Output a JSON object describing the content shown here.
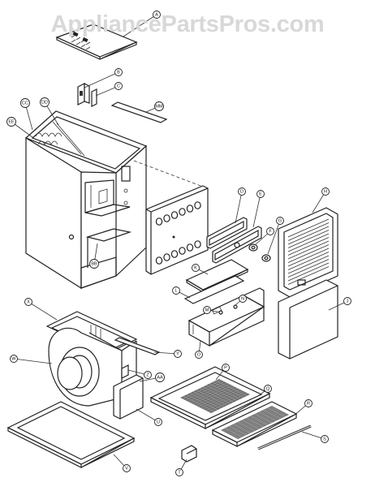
{
  "watermark": "AppliancePartsPros.com",
  "callouts": [
    {
      "id": "A",
      "label": "A"
    },
    {
      "id": "B",
      "label": "B"
    },
    {
      "id": "C",
      "label": "C"
    },
    {
      "id": "MM",
      "label": "MM"
    },
    {
      "id": "CC",
      "label": "CC"
    },
    {
      "id": "DD",
      "label": "DD"
    },
    {
      "id": "EE",
      "label": "EE"
    },
    {
      "id": "BB",
      "label": "BB"
    },
    {
      "id": "D",
      "label": "D"
    },
    {
      "id": "E",
      "label": "E"
    },
    {
      "id": "F",
      "label": "F"
    },
    {
      "id": "G",
      "label": "G"
    },
    {
      "id": "H",
      "label": "H"
    },
    {
      "id": "J",
      "label": "J"
    },
    {
      "id": "K",
      "label": "K"
    },
    {
      "id": "L",
      "label": "L"
    },
    {
      "id": "M",
      "label": "M"
    },
    {
      "id": "N",
      "label": "N"
    },
    {
      "id": "O",
      "label": "O"
    },
    {
      "id": "P",
      "label": "P"
    },
    {
      "id": "Q",
      "label": "Q"
    },
    {
      "id": "R",
      "label": "R"
    },
    {
      "id": "S",
      "label": "S"
    },
    {
      "id": "T",
      "label": "T"
    },
    {
      "id": "U",
      "label": "U"
    },
    {
      "id": "V",
      "label": "V"
    },
    {
      "id": "W",
      "label": "W"
    },
    {
      "id": "X",
      "label": "X"
    },
    {
      "id": "Y",
      "label": "Y"
    },
    {
      "id": "Z",
      "label": "Z"
    },
    {
      "id": "AA",
      "label": "AA"
    }
  ]
}
